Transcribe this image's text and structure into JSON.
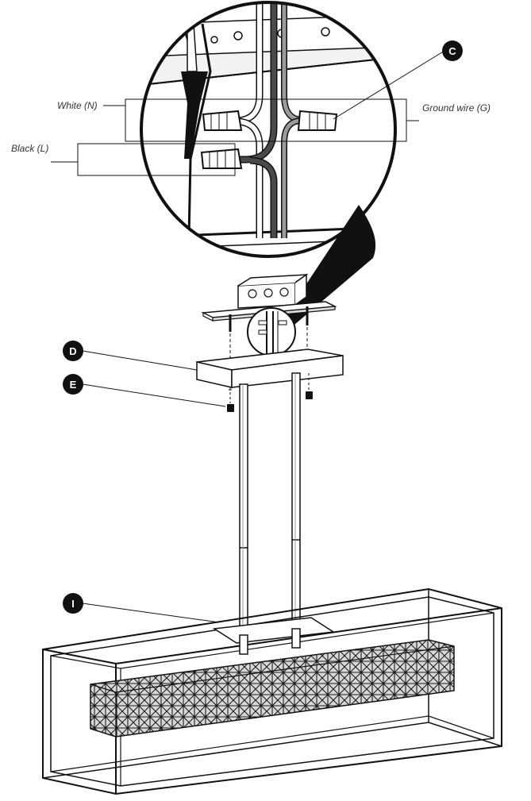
{
  "labels": {
    "white": "White (N)",
    "black": "Black (L)",
    "ground": "Ground wire (G)"
  },
  "callouts": {
    "c": "C",
    "d": "D",
    "e": "E",
    "i": "I"
  },
  "colors": {
    "ink": "#111111",
    "black_wire": "#4a4a4a",
    "ground_wire": "#9a9a9a",
    "label_text": "#333333",
    "shade_dark": "#2a2a2a"
  }
}
